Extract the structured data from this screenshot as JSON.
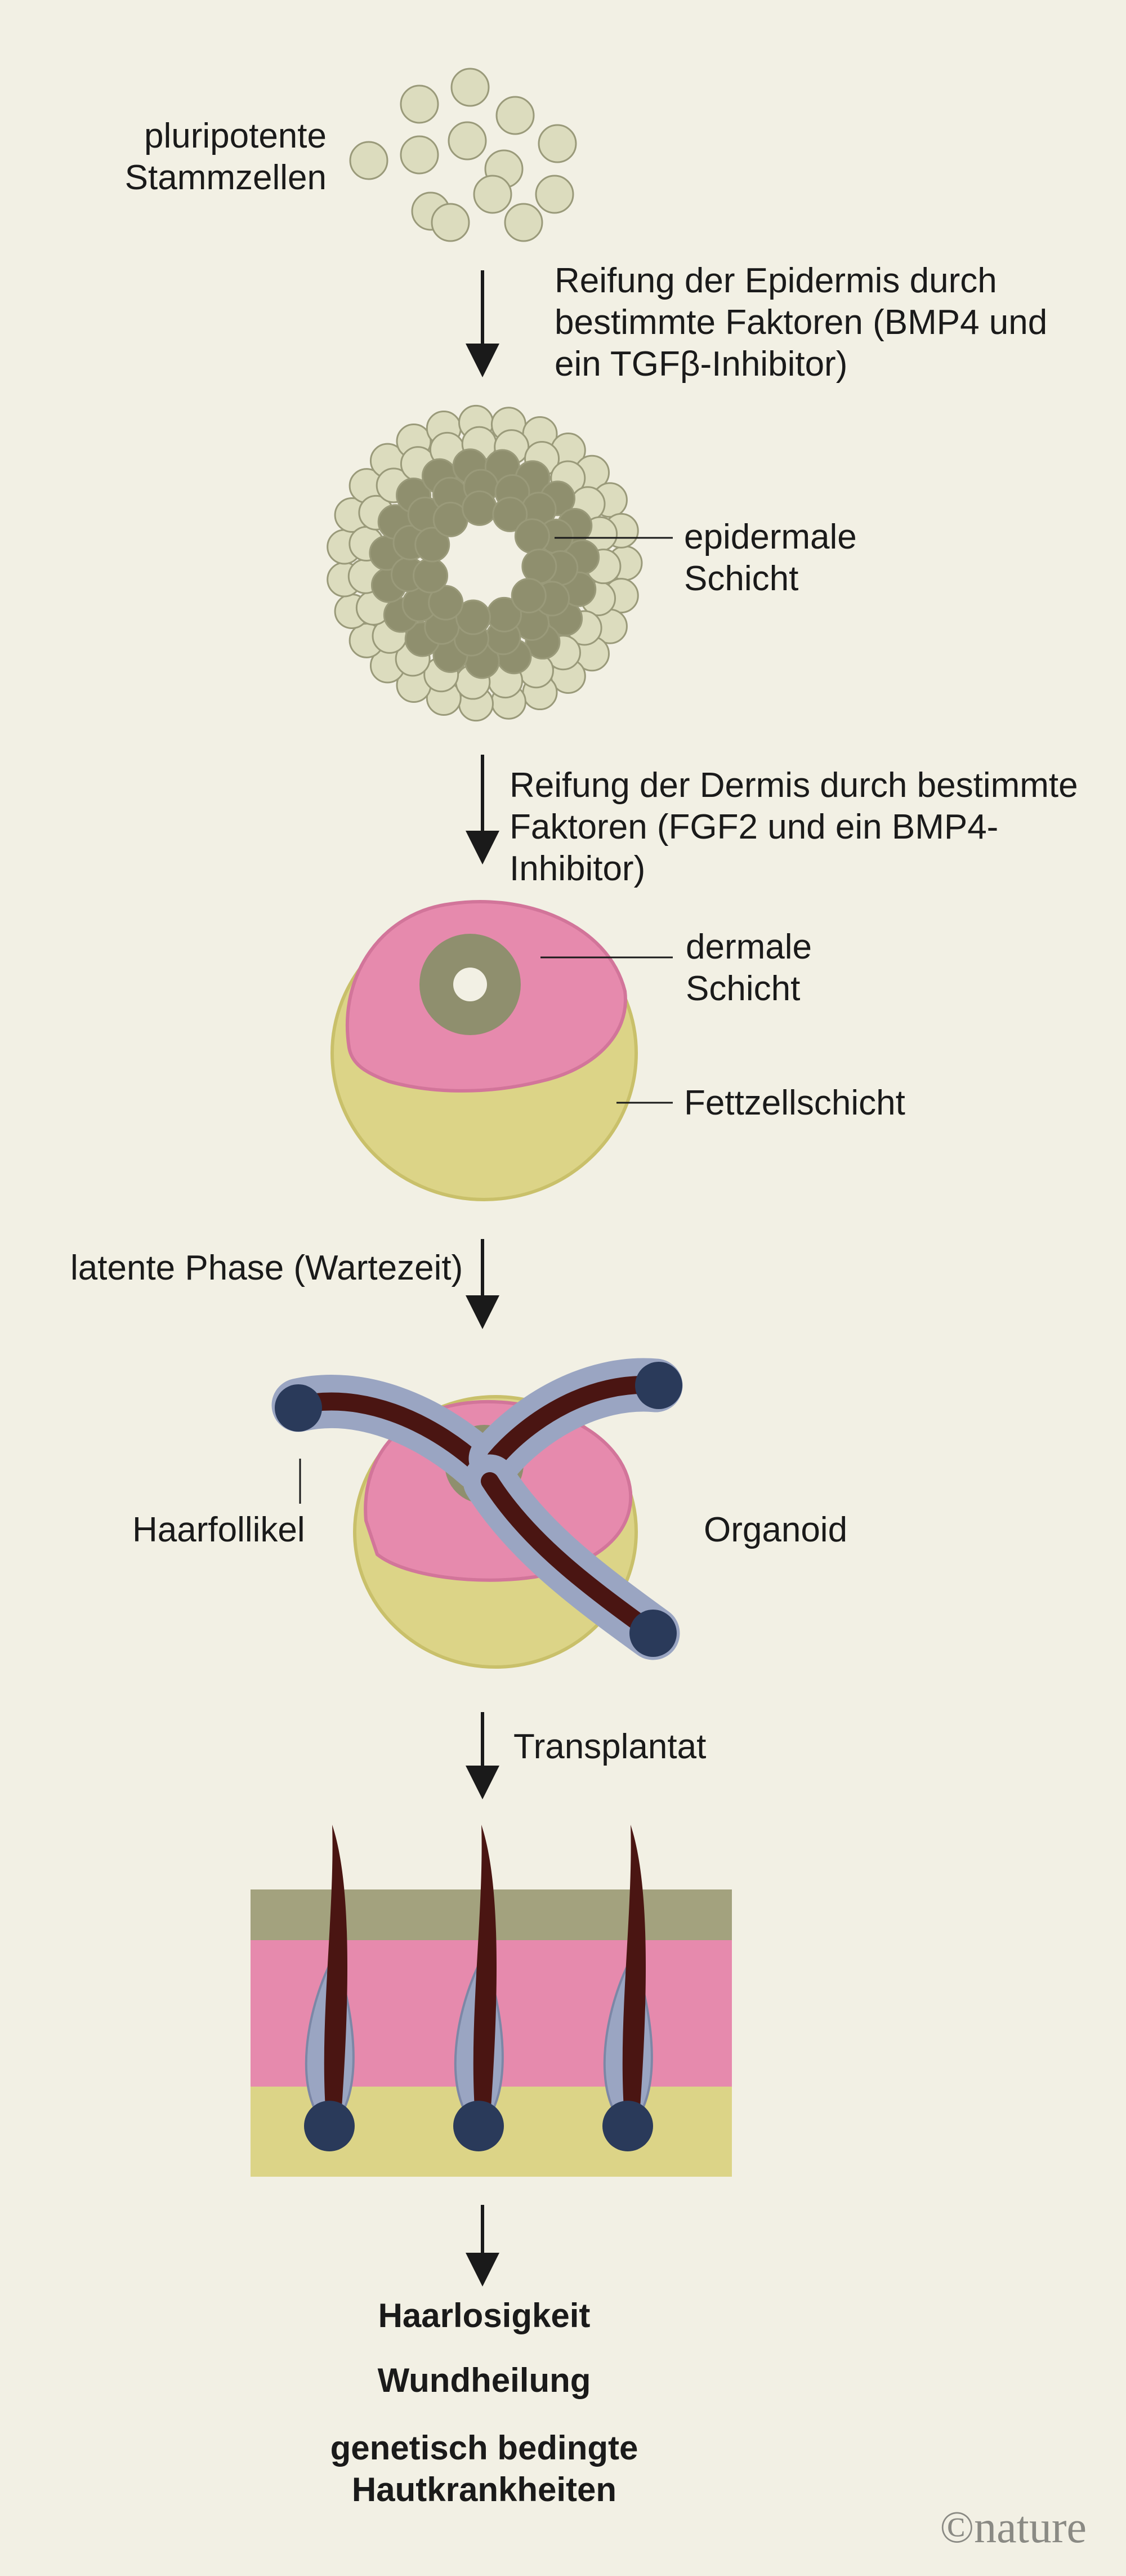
{
  "labels": {
    "stem_cells": "pluripotente\nStammzellen",
    "step1": "Reifung der Epidermis durch\nbestimmte Faktoren (BMP4 und\nein TGFβ-Inhibitor)",
    "epidermal": "epidermale\nSchicht",
    "step2": "Reifung der Dermis durch bestimmte\nFaktoren (FGF2 und ein BMP4-Inhibitor)",
    "dermal": "dermale\nSchicht",
    "fat": "Fettzellschicht",
    "latent": "latente Phase (Wartezeit)",
    "follicle": "Haarfollikel",
    "organoid": "Organoid",
    "transplant": "Transplantat"
  },
  "outcomes": {
    "hair_loss": "Haarlosigkeit",
    "wound": "Wundheilung",
    "genetic": "genetisch bedingte\nHautkrankheiten"
  },
  "credit": "©nature",
  "colors": {
    "background": "#f2f0e4",
    "stem_cell": "#dcdcbe",
    "epidermis": "#8f8f6e",
    "dermis": "#e68aad",
    "fat": "#dcd487",
    "hair": "#4a1512",
    "follicle_sheath": "#9aa5c2",
    "bulb": "#2a3a5a"
  }
}
